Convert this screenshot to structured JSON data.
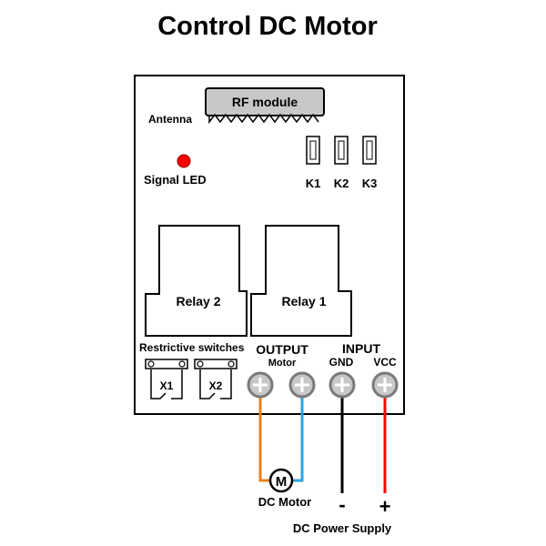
{
  "title": "Control DC Motor",
  "rf_module": {
    "label": "RF module",
    "antenna_label": "Antenna"
  },
  "signal_led": {
    "label": "Signal LED",
    "color": "#ff0000"
  },
  "jumpers": [
    "K1",
    "K2",
    "K3"
  ],
  "relays": [
    {
      "label": "Relay 2"
    },
    {
      "label": "Relay 1"
    }
  ],
  "restrictive": {
    "label": "Restrictive switches",
    "switches": [
      "X1",
      "X2"
    ]
  },
  "output": {
    "label": "OUTPUT",
    "sublabel": "Motor"
  },
  "input": {
    "label": "INPUT",
    "gnd_label": "GND",
    "vcc_label": "VCC"
  },
  "motor": {
    "symbol": "M",
    "label": "DC Motor"
  },
  "power": {
    "label": "DC Power Supply",
    "minus": "-",
    "plus": "+"
  },
  "colors": {
    "wire_orange": "#e8821e",
    "wire_blue": "#2ea3e0",
    "wire_black": "#000000",
    "wire_red": "#ff0000",
    "terminal_fill": "#c8c8c8",
    "module_fill": "#c8c8c8"
  },
  "icons": {
    "terminal": "screw-terminal-plus-icon"
  }
}
